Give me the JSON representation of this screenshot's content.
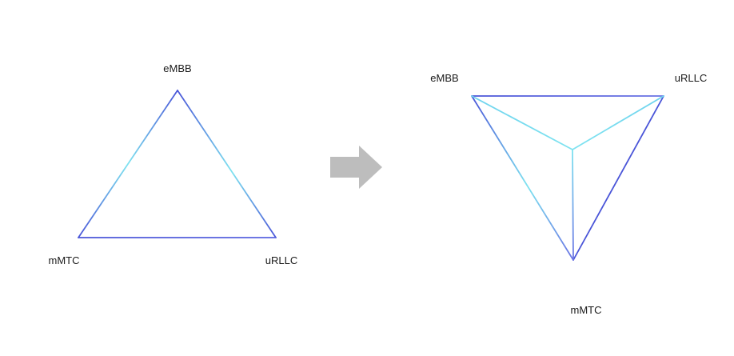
{
  "left_triangle": {
    "labels": {
      "top": "eMBB",
      "bottom_left": "mMTC",
      "bottom_right": "uRLLC"
    }
  },
  "right_pyramid": {
    "labels": {
      "top_left": "eMBB",
      "top_right": "uRLLC",
      "bottom": "mMTC"
    }
  },
  "colors": {
    "edge_dark": "#4a55d8",
    "edge_light": "#7fe3f0",
    "arrow": "#bdbdbd",
    "text": "#1a1a1a"
  }
}
